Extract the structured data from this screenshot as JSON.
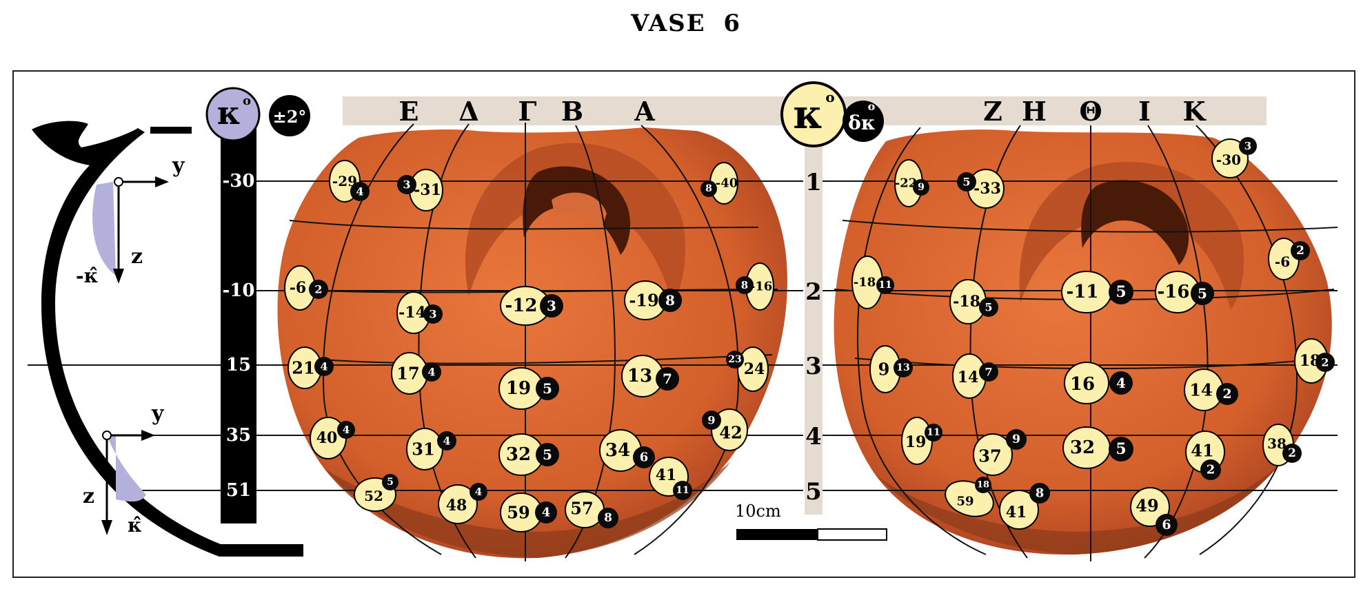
{
  "title": "VASE   6",
  "profile": {
    "kappa_label": "κ",
    "degree": "o",
    "tolerance": "±2°",
    "y_label": "y",
    "z_label": "z",
    "neg_kappa_label": "-κ̂",
    "pos_kappa_label": "κ̂"
  },
  "scale": {
    "column_values": [
      "-30",
      "-10",
      "15",
      "35",
      "51"
    ],
    "bar_label": "10cm"
  },
  "meridians_left": [
    "Ε",
    "Δ",
    "Γ",
    "Β",
    "Α"
  ],
  "meridians_right": [
    "Ζ",
    "Η",
    "Θ",
    "Ι",
    "Κ"
  ],
  "center_legend": {
    "main": "κ",
    "degree": "o",
    "sub": "δκ",
    "sub_degree": "o"
  },
  "row_numbers": [
    "1",
    "2",
    "3",
    "4",
    "5"
  ],
  "colors": {
    "vase_fill": "#d9652e",
    "vase_dark": "#8c3618",
    "marker_fill": "#fbf0ae",
    "marker_black": "#0a0a0a",
    "band_beige": "#e8ddd3",
    "lavender": "#b4b0dc"
  },
  "left_vase_markers": [
    {
      "kappa": "-29",
      "dk": "4"
    },
    {
      "kappa": "-31",
      "dk": "3"
    },
    {
      "kappa": "-40",
      "dk": "8"
    },
    {
      "kappa": "-6",
      "dk": "2"
    },
    {
      "kappa": "-14",
      "dk": "3"
    },
    {
      "kappa": "-12",
      "dk": "3"
    },
    {
      "kappa": "-19",
      "dk": "8"
    },
    {
      "kappa": "-16",
      "dk": "8"
    },
    {
      "kappa": "21",
      "dk": "4"
    },
    {
      "kappa": "17",
      "dk": "4"
    },
    {
      "kappa": "19",
      "dk": "5"
    },
    {
      "kappa": "13",
      "dk": "7"
    },
    {
      "kappa": "24",
      "dk": "23"
    },
    {
      "kappa": "40",
      "dk": "4"
    },
    {
      "kappa": "31",
      "dk": "4"
    },
    {
      "kappa": "32",
      "dk": "5"
    },
    {
      "kappa": "34",
      "dk": "6"
    },
    {
      "kappa": "42",
      "dk": "9"
    },
    {
      "kappa": "52",
      "dk": "5"
    },
    {
      "kappa": "48",
      "dk": "4"
    },
    {
      "kappa": "59",
      "dk": "4"
    },
    {
      "kappa": "57",
      "dk": "8"
    },
    {
      "kappa": "41",
      "dk": "11"
    }
  ],
  "right_vase_markers": [
    {
      "kappa": "-22",
      "dk": "9"
    },
    {
      "kappa": "-33",
      "dk": "5"
    },
    {
      "kappa": "-30",
      "dk": "3"
    },
    {
      "kappa": "-18",
      "dk": "11"
    },
    {
      "kappa": "-18",
      "dk": "5"
    },
    {
      "kappa": "-11",
      "dk": "5"
    },
    {
      "kappa": "-16",
      "dk": "5"
    },
    {
      "kappa": "-6",
      "dk": "2"
    },
    {
      "kappa": "9",
      "dk": "13"
    },
    {
      "kappa": "14",
      "dk": "7"
    },
    {
      "kappa": "16",
      "dk": "4"
    },
    {
      "kappa": "14",
      "dk": "2"
    },
    {
      "kappa": "18",
      "dk": "2"
    },
    {
      "kappa": "19",
      "dk": "11"
    },
    {
      "kappa": "37",
      "dk": "9"
    },
    {
      "kappa": "32",
      "dk": "5"
    },
    {
      "kappa": "41",
      "dk": "2"
    },
    {
      "kappa": "38",
      "dk": "2"
    },
    {
      "kappa": "59",
      "dk": "18"
    },
    {
      "kappa": "41",
      "dk": "8"
    },
    {
      "kappa": "49",
      "dk": "6"
    }
  ]
}
